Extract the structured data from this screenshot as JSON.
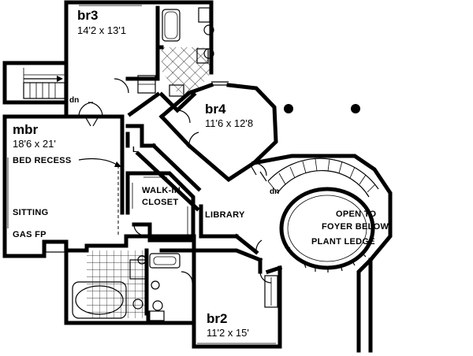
{
  "rooms": {
    "br3": {
      "name": "br3",
      "size": "14'2 x 13'1"
    },
    "br4": {
      "name": "br4",
      "size": "11'6 x 12'8"
    },
    "mbr": {
      "name": "mbr",
      "size": "18'6 x 21'"
    },
    "br2": {
      "name": "br2",
      "size": "11'2 x 15'"
    }
  },
  "labels": {
    "bed_recess": "BED RECESS",
    "sitting": "SITTING",
    "gas_fp": "GAS FP",
    "walk_in": "WALK-IN",
    "closet": "CLOSET",
    "library": "LIBRARY",
    "open_to": "OPEN TO",
    "foyer_below": "FOYER BELOW",
    "plant_ledge": "PLANT  LEDGE",
    "dn_left": "dn",
    "dn_right": "dn",
    "linen": "L"
  }
}
